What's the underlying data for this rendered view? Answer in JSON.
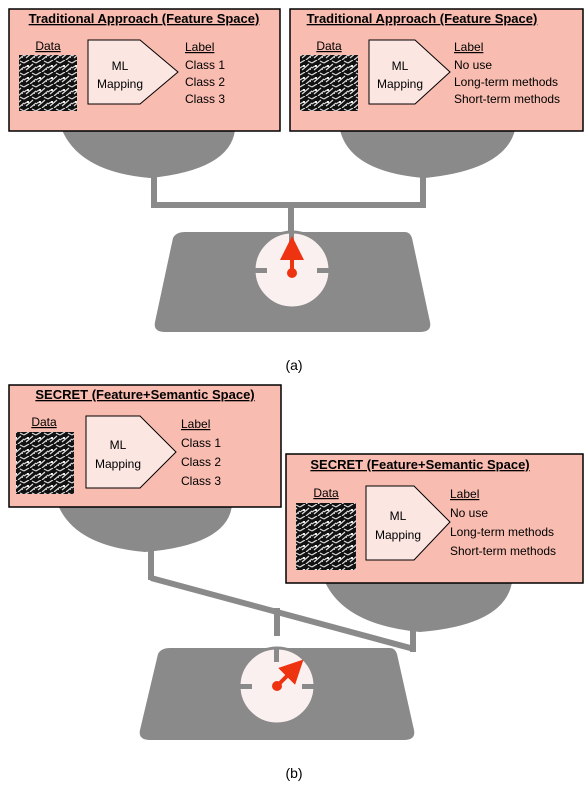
{
  "figure_a": {
    "caption": "(a)",
    "left_panel": {
      "title": "Traditional Approach (Feature Space)",
      "data_label": "Data",
      "mapping_lines": [
        "ML",
        "Mapping"
      ],
      "label_header": "Label",
      "labels": [
        "Class 1",
        "Class 2",
        "Class 3"
      ]
    },
    "right_panel": {
      "title": "Traditional Approach (Feature Space)",
      "data_label": "Data",
      "mapping_lines": [
        "ML",
        "Mapping"
      ],
      "label_header": "Label",
      "labels": [
        "No use",
        "Long-term methods",
        "Short-term methods"
      ]
    }
  },
  "figure_b": {
    "caption": "(b)",
    "left_panel": {
      "title": "SECRET (Feature+Semantic Space)",
      "data_label": "Data",
      "mapping_lines": [
        "ML",
        "Mapping"
      ],
      "label_header": "Label",
      "labels": [
        "Class 1",
        "Class 2",
        "Class 3"
      ]
    },
    "right_panel": {
      "title": "SECRET (Feature+Semantic Space)",
      "data_label": "Data",
      "mapping_lines": [
        "ML",
        "Mapping"
      ],
      "label_header": "Label",
      "labels": [
        "No use",
        "Long-term methods",
        "Short-term methods"
      ]
    }
  },
  "colors": {
    "panel_fill": "#f8bcb0",
    "panel_border": "#000000",
    "scale_gray": "#8a8a8a",
    "dial_fill": "#fbf0f0",
    "needle_red": "#ee3311"
  }
}
